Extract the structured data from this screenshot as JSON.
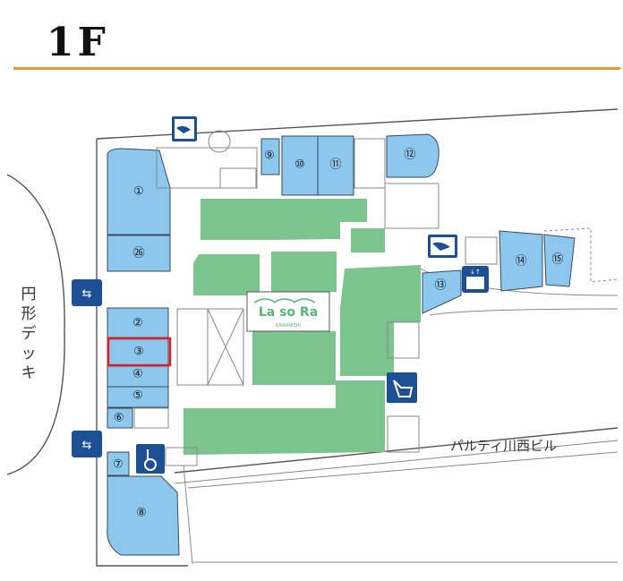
{
  "floor_title": "1F",
  "labels": {
    "deck": "円形デッキ",
    "neighbor_building": "パルティ川西ビル",
    "logo_main": "La so Ra",
    "logo_sub": "KAWANISHI"
  },
  "stores": [
    "①",
    "㉖",
    "②",
    "③",
    "④",
    "⑤",
    "⑥",
    "⑦",
    "⑧",
    "⑨",
    "⑩",
    "⑪",
    "⑫",
    "⑬",
    "⑭",
    "⑮"
  ],
  "highlighted_store": "③",
  "colors": {
    "store": "#8cc7ee",
    "green": "#7cc48e",
    "accent": "#e8962e",
    "highlight": "#e02020",
    "icon": "#1d4f94"
  },
  "icons": [
    "nursing-room-icon",
    "entrance-icon",
    "elevator-icon",
    "restroom-icon",
    "accessible-restroom-icon"
  ]
}
